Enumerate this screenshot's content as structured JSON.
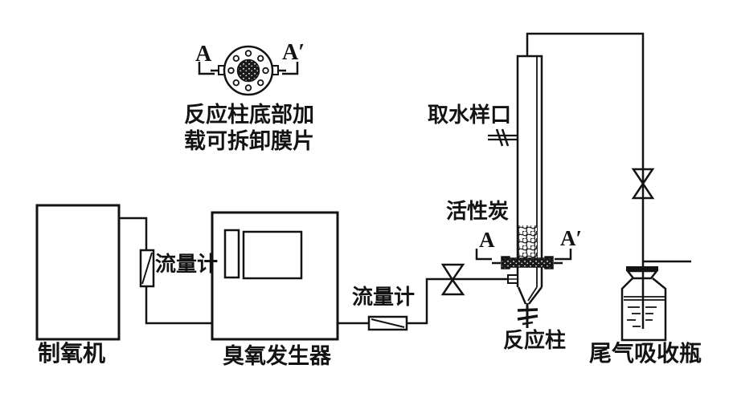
{
  "labels": {
    "membrane_note_line1": "反应柱底部加",
    "membrane_note_line2": "载可拆卸膜片",
    "section_a": "A",
    "section_a_prime": "A′",
    "oxygen_generator": "制氧机",
    "flow_meter_1": "流量计",
    "ozone_generator": "臭氧发生器",
    "flow_meter_2": "流量计",
    "water_sampling_port": "取水样口",
    "activated_carbon": "活性炭",
    "reaction_column": "反应柱",
    "tail_gas_bottle": "尾气吸收瓶"
  },
  "colors": {
    "line": "#131313",
    "background": "#ffffff"
  }
}
